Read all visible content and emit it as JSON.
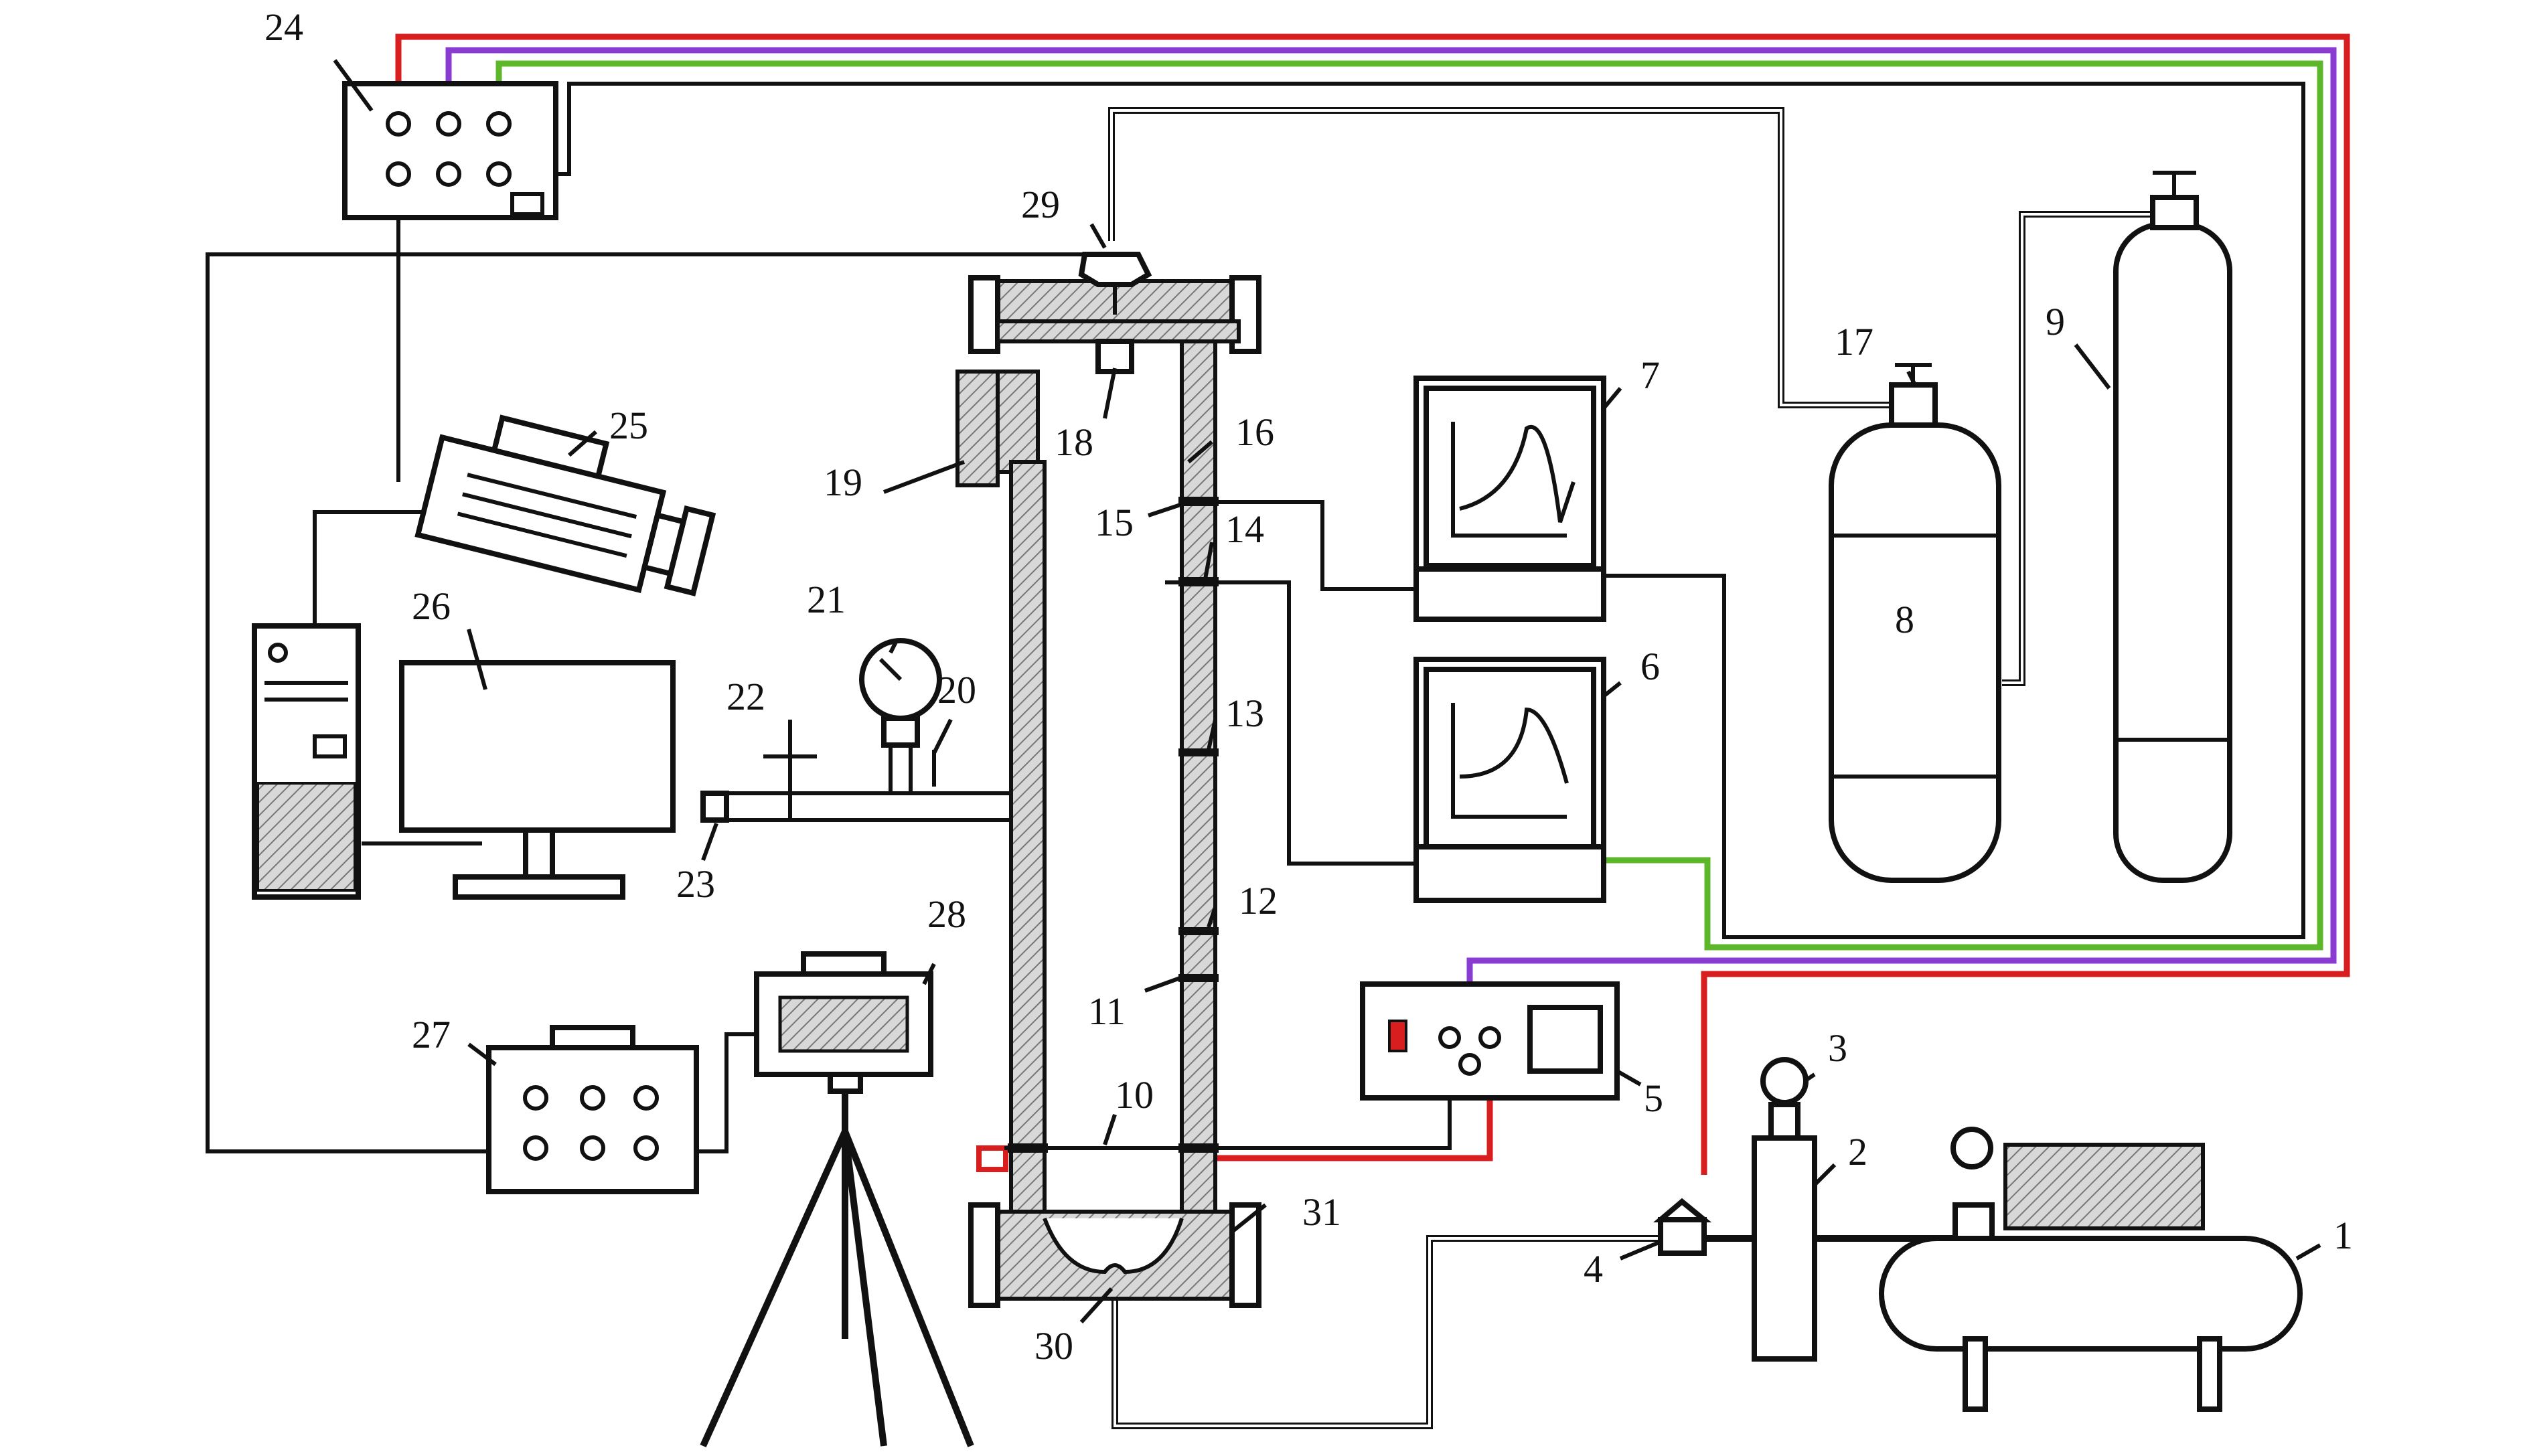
{
  "labels": [
    "1",
    "2",
    "3",
    "4",
    "5",
    "6",
    "7",
    "8",
    "9",
    "10",
    "11",
    "12",
    "13",
    "14",
    "15",
    "16",
    "17",
    "18",
    "19",
    "20",
    "21",
    "22",
    "23",
    "24",
    "25",
    "26",
    "27",
    "28",
    "29",
    "30",
    "31"
  ],
  "colors": {
    "red_wire": "#d81e1e",
    "purple_wire": "#8a3bd1",
    "green_wire": "#5cb82a",
    "outline": "#111111",
    "hatch": "#8a8a8a",
    "background": "#ffffff"
  },
  "icons": [
    "compressor",
    "gas-filter",
    "pressure-gauge",
    "valve",
    "signal-generator",
    "oscilloscope",
    "gas-cylinder",
    "detonation-tube",
    "pressure-sensor",
    "igniter",
    "synchronizer",
    "high-speed-camera",
    "computer",
    "light-source",
    "tripod",
    "tee-joint"
  ]
}
